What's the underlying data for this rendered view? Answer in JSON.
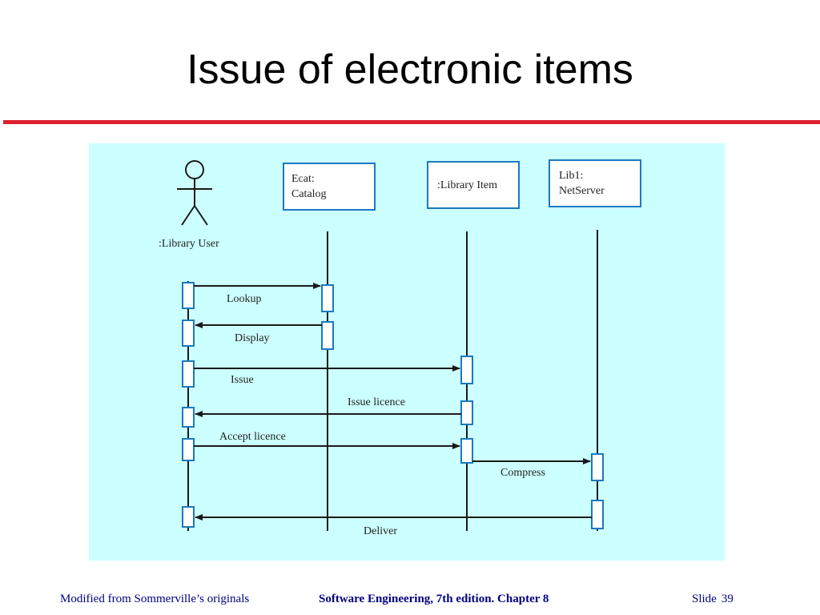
{
  "slide": {
    "title": "Issue of electronic items"
  },
  "diagram": {
    "background_color": "#ccffff",
    "line_color": "#1a1a1a",
    "activation_color": "#1c79c0",
    "actor": {
      "name": ":Library User"
    },
    "objects": [
      {
        "id": "catalog",
        "line1": "Ecat:",
        "line2": "Catalog"
      },
      {
        "id": "library_item",
        "line1": ":Library Item",
        "line2": ""
      },
      {
        "id": "netserver",
        "line1": "Lib1:",
        "line2": "NetServer"
      }
    ],
    "messages": [
      {
        "from": "user",
        "to": "catalog",
        "label": "Lookup"
      },
      {
        "from": "catalog",
        "to": "user",
        "label": "Display"
      },
      {
        "from": "user",
        "to": "library_item",
        "label": "Issue"
      },
      {
        "from": "library_item",
        "to": "user",
        "label": "Issue licence"
      },
      {
        "from": "user",
        "to": "library_item",
        "label": "Accept licence"
      },
      {
        "from": "library_item",
        "to": "netserver",
        "label": "Compress"
      },
      {
        "from": "netserver",
        "to": "user",
        "label": "Deliver"
      }
    ]
  },
  "footer": {
    "left": "Modified from Sommerville’s originals",
    "center": "Software Engineering, 7th edition. Chapter 8",
    "slide_label": "Slide",
    "slide_number": "39"
  }
}
